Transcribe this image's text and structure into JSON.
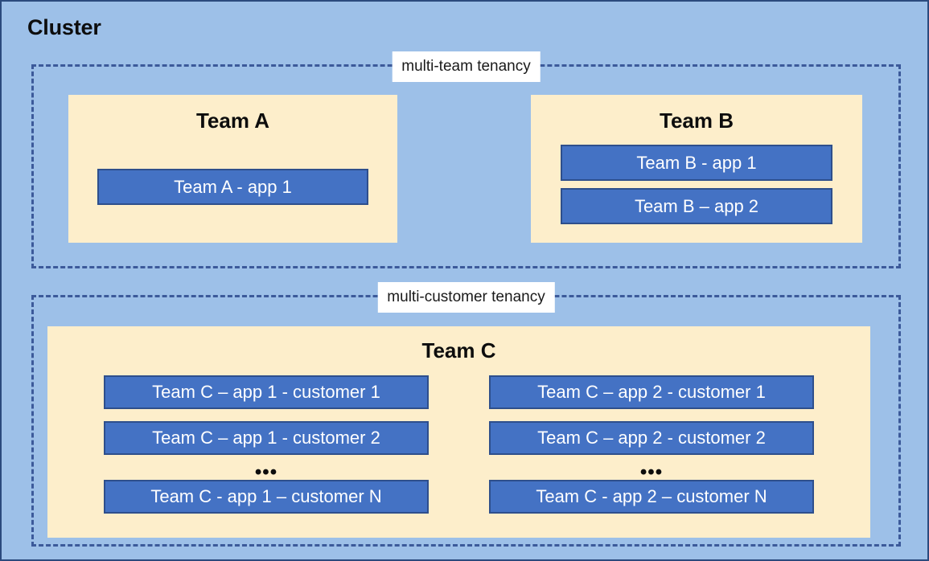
{
  "diagram": {
    "title": "Cluster",
    "colors": {
      "cluster_background": "#9dc0e8",
      "cluster_border": "#2b4a7d",
      "zone_dashed_border": "#3c5a9a",
      "team_panel": "#fdeecb",
      "app_fill": "#4472c4",
      "app_border": "#2e4f8c",
      "label_background": "#ffffff",
      "text_dark": "#0d0d0d",
      "text_light": "#ffffff"
    },
    "zones": [
      {
        "id": "multi-team",
        "label": "multi-team tenancy",
        "teams": [
          {
            "id": "team-a",
            "title": "Team A",
            "apps": [
              "Team A - app 1"
            ]
          },
          {
            "id": "team-b",
            "title": "Team B",
            "apps": [
              "Team B - app 1",
              "Team B – app 2"
            ]
          }
        ]
      },
      {
        "id": "multi-customer",
        "label": "multi-customer tenancy",
        "teams": [
          {
            "id": "team-c",
            "title": "Team C",
            "columns": [
              {
                "id": "team-c-app-1",
                "apps": [
                  "Team C – app 1 - customer 1",
                  "Team C – app 1 - customer 2"
                ],
                "ellipsis": "•••",
                "last_app": "Team C - app 1 – customer N"
              },
              {
                "id": "team-c-app-2",
                "apps": [
                  "Team C – app 2 - customer 1",
                  "Team C – app 2 - customer 2"
                ],
                "ellipsis": "•••",
                "last_app": "Team C - app 2 – customer N"
              }
            ]
          }
        ]
      }
    ]
  }
}
